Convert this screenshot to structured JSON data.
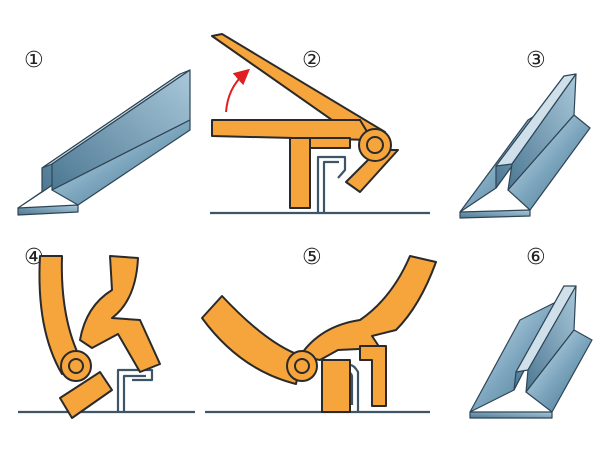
{
  "diagram": {
    "steps": [
      {
        "label": "①"
      },
      {
        "label": "②"
      },
      {
        "label": "③"
      },
      {
        "label": "④"
      },
      {
        "label": "⑤"
      },
      {
        "label": "⑥"
      }
    ],
    "colors": {
      "tool": "#f6a43c",
      "steel": "#5f8fac",
      "arrow": "#e02020",
      "outline": "#2a2a2a"
    }
  }
}
